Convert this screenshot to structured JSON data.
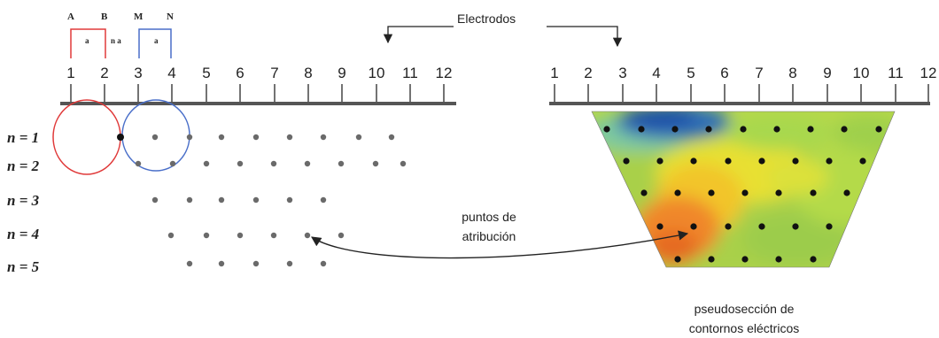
{
  "electrode_labels": [
    "1",
    "2",
    "3",
    "4",
    "5",
    "6",
    "7",
    "8",
    "9",
    "10",
    "11",
    "12"
  ],
  "electrodos_label": "Electrodos",
  "array_labels": {
    "A": "A",
    "B": "B",
    "M": "M",
    "N": "N"
  },
  "spacing": {
    "left": "a",
    "mid": "n a",
    "right": "a"
  },
  "level_labels": [
    "n = 1",
    "n = 2",
    "n = 3",
    "n = 4",
    "n = 5"
  ],
  "puntos_label": [
    "puntos de",
    "atribución"
  ],
  "pseudo_label": [
    "pseudosección de",
    "contornos eléctricos"
  ],
  "colors": {
    "A_array": "#e03a3a",
    "MN_array": "#4a6fc9",
    "dots_left": "#6a6a6a",
    "dots_right": "#111111",
    "ground": "#555555"
  }
}
